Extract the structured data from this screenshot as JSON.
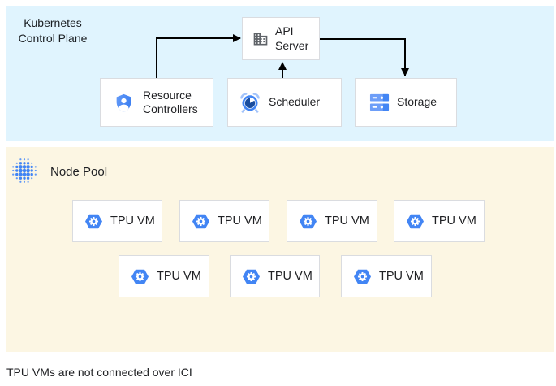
{
  "control_plane": {
    "region_label": "Kubernetes Control Plane",
    "api_server": {
      "label": "API Server",
      "icon": "building-icon"
    },
    "resource_controllers": {
      "label": "Resource Controllers",
      "icon": "shield-user-icon"
    },
    "scheduler": {
      "label": "Scheduler",
      "icon": "alarm-clock-icon"
    },
    "storage": {
      "label": "Storage",
      "icon": "server-stack-icon"
    },
    "connections": [
      {
        "from": "Resource Controllers",
        "to": "API Server"
      },
      {
        "from": "Scheduler",
        "to": "API Server"
      },
      {
        "from": "API Server",
        "to": "Storage"
      }
    ]
  },
  "node_pool": {
    "label": "Node Pool",
    "icon": "dot-cluster-icon",
    "vms": [
      {
        "label": "TPU VM"
      },
      {
        "label": "TPU VM"
      },
      {
        "label": "TPU VM"
      },
      {
        "label": "TPU VM"
      },
      {
        "label": "TPU VM"
      },
      {
        "label": "TPU VM"
      },
      {
        "label": "TPU VM"
      }
    ]
  },
  "caption": "TPU VMs are not connected over ICI",
  "colors": {
    "control_plane_bg": "#e0f4fe",
    "node_pool_bg": "#fcf6e3",
    "box_border": "#dadce0",
    "accent_blue": "#4285f4",
    "light_blue": "#a4c4fa",
    "storage_light_blue": "#6d9ef8",
    "icon_gray": "#5f6368",
    "scheduler_pie": "#1a4d9e",
    "arrow": "#000000",
    "text": "#202124"
  }
}
